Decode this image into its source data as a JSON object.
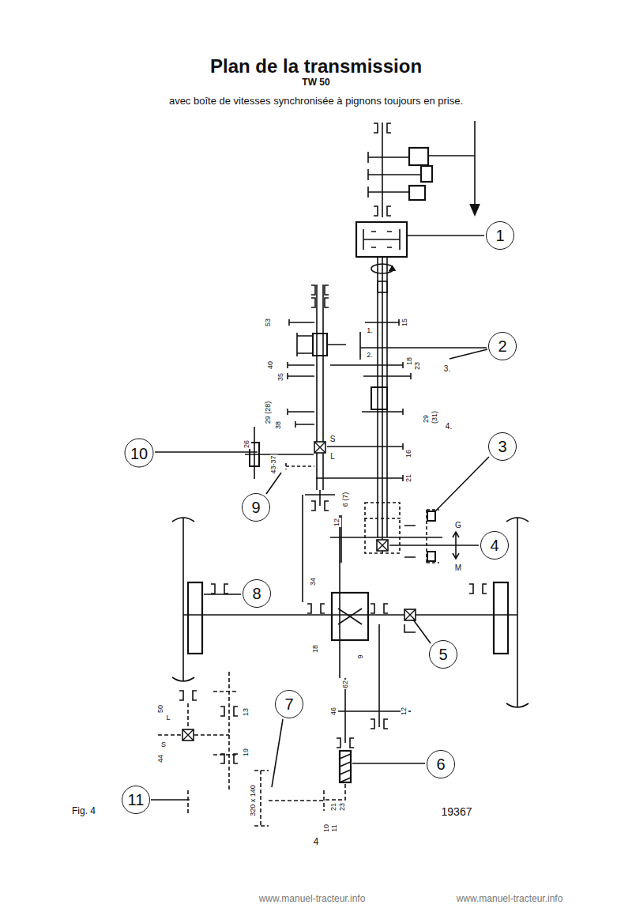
{
  "diagram": {
    "title": "Plan de la transmission",
    "nodes": [
      {
        "text": [
          "1"
        ]
      },
      {
        "text": [
          "2"
        ]
      },
      {
        "text": [
          "3"
        ]
      },
      {
        "text": [
          "4"
        ]
      },
      {
        "text": [
          "5"
        ]
      },
      {
        "text": [
          "6"
        ]
      },
      {
        "text": [
          "7"
        ]
      },
      {
        "text": [
          "8"
        ]
      },
      {
        "text": [
          "9"
        ]
      },
      {
        "text": [
          "10"
        ]
      },
      {
        "text": [
          "11"
        ]
      }
    ],
    "labels": [
      "TW 50",
      "avec boîte de vitesses synchronisée à pignons toujours en prise.",
      "53",
      "15",
      "1.",
      "2.",
      "40",
      "35",
      "18",
      "23",
      "3.",
      "29 (28)",
      "38",
      "(31)",
      "29",
      "4.",
      "26",
      "S",
      "16",
      "L",
      "43-37",
      "21",
      "6 (7)",
      "12",
      "G",
      "M",
      "34",
      "18",
      "9",
      "62",
      "50",
      "L",
      "13",
      "46",
      "12",
      "S",
      "44",
      "19",
      "320 x 140",
      "23",
      "21",
      "Fig. 4",
      "19367",
      "11",
      "10",
      "4",
      "www.manuel-tracteur.info",
      "www.manuel-tracteur.info"
    ]
  }
}
